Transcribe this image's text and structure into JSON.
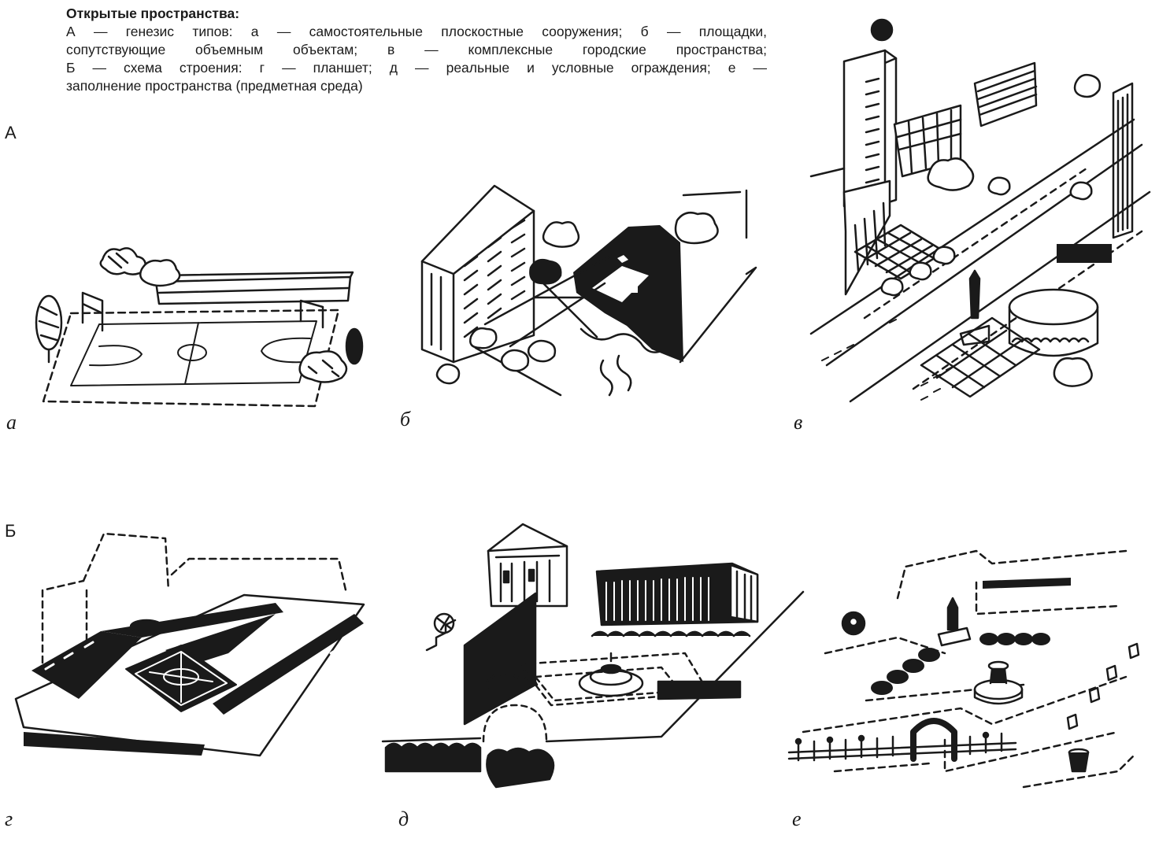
{
  "caption": {
    "title": "Открытые пространства:",
    "lines": [
      "А — генезис типов: а — самостоятельные плоскостные сооружения; б — площадки,",
      "сопутствующие объемным объектам; в — комплексные городские пространства;",
      "Б — схема строения: г — планшет; д — реальные и условные ограждения; е —",
      "заполнение пространства (предметная среда)"
    ]
  },
  "sections": {
    "A": "А",
    "B": "Б"
  },
  "panels": {
    "a": "а",
    "b": "б",
    "v": "в",
    "g": "г",
    "d": "д",
    "e": "е"
  },
  "colors": {
    "ink": "#1a1a1a",
    "paper": "#ffffff"
  }
}
